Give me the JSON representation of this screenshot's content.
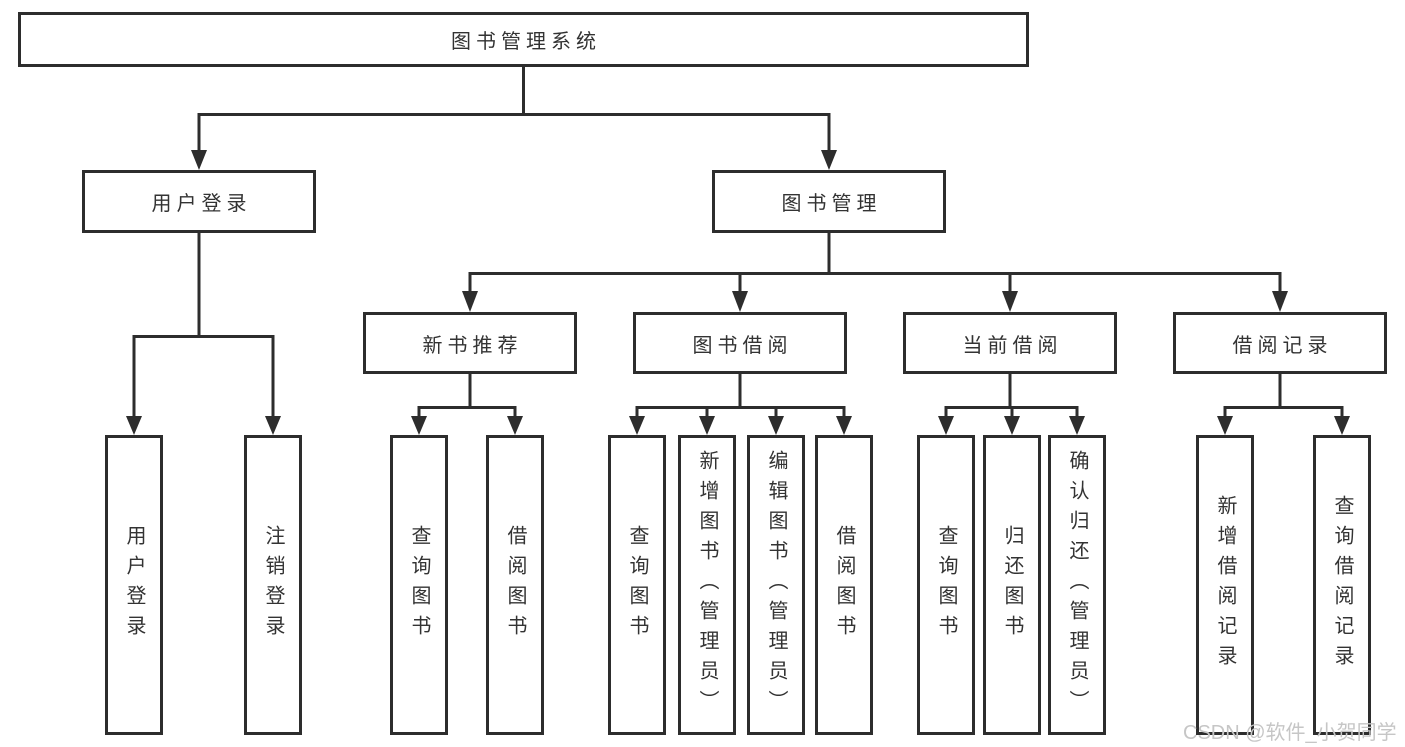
{
  "tree": {
    "root": {
      "label": "图书管理系统"
    },
    "branches": [
      {
        "label": "用户登录",
        "children": [
          {
            "label": "用户登录"
          },
          {
            "label": "注销登录"
          }
        ]
      },
      {
        "label": "图书管理",
        "children": [
          {
            "label": "新书推荐",
            "children": [
              {
                "label": "查询图书"
              },
              {
                "label": "借阅图书"
              }
            ]
          },
          {
            "label": "图书借阅",
            "children": [
              {
                "label": "查询图书"
              },
              {
                "label": "新增图书（管理员）"
              },
              {
                "label": "编辑图书（管理员）"
              },
              {
                "label": "借阅图书"
              }
            ]
          },
          {
            "label": "当前借阅",
            "children": [
              {
                "label": "查询图书"
              },
              {
                "label": "归还图书"
              },
              {
                "label": "确认归还（管理员）"
              }
            ]
          },
          {
            "label": "借阅记录",
            "children": [
              {
                "label": "新增借阅记录"
              },
              {
                "label": "查询借阅记录"
              }
            ]
          }
        ]
      }
    ]
  },
  "watermark": {
    "text": "CSDN @软件_小贺同学"
  },
  "colors": {
    "line": "#2d2d2d",
    "border": "#2d2d2d",
    "text": "#333333",
    "watermark": "#c6c6c6",
    "background": "#ffffff"
  }
}
